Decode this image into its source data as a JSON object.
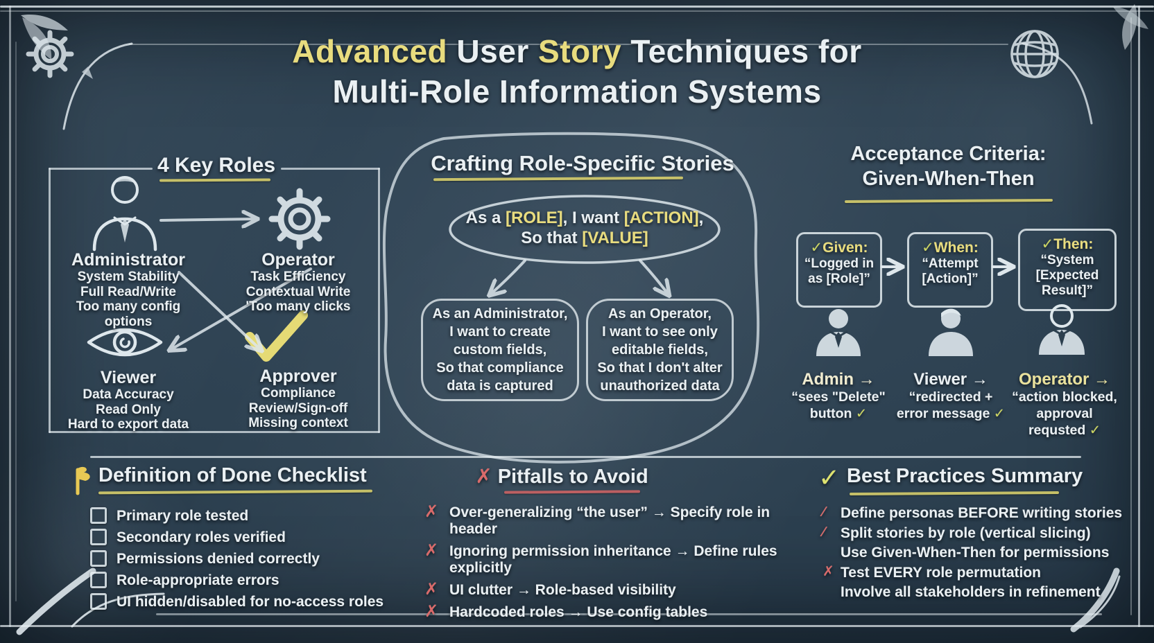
{
  "colors": {
    "board": "#2c3f4e",
    "chalk": "#eaf0f3",
    "yellow": "#e8dc7e",
    "red": "#d96a6a",
    "check_green": "#ccd660"
  },
  "icons": {
    "arrow_right": "→",
    "check": "✓",
    "cross": "✗",
    "slash": "∕"
  },
  "title": {
    "l1a": "Advanced",
    "l1b": " User ",
    "l1c": "Story",
    "l1d": " Techniques for",
    "line2": "Multi-Role Information Systems"
  },
  "left_panel": {
    "heading": "4 Key Roles",
    "roles": [
      {
        "name": "Administrator",
        "lines": [
          "System Stability",
          "Full Read/Write",
          "Too many config options"
        ]
      },
      {
        "name": "Operator",
        "lines": [
          "Task Efficiency",
          "Contextual Write",
          "'Too many clicks"
        ]
      },
      {
        "name": "Viewer",
        "lines": [
          "Data Accuracy",
          "Read Only",
          "Hard to export data"
        ]
      },
      {
        "name": "Approver",
        "lines": [
          "Compliance",
          "Review/Sign-off",
          "Missing context"
        ]
      }
    ]
  },
  "center": {
    "heading": "Crafting Role-Specific Stories",
    "template": {
      "a": "As a ",
      "b": "[ROLE]",
      "c": ", I want ",
      "d": "[ACTION]",
      "e": ",",
      "f": "So that ",
      "g": "[VALUE]"
    },
    "examples": [
      {
        "lines": [
          "As an Administrator,",
          "I want to create",
          "custom fields,",
          "So that compliance",
          "data is captured"
        ]
      },
      {
        "lines": [
          "As an Operator,",
          "I want to see only",
          "editable fields,",
          "So that I don't alter",
          "unauthorized data"
        ]
      }
    ]
  },
  "acceptance": {
    "heading1": "Acceptance Criteria:",
    "heading2": "Given-When-Then",
    "steps": [
      {
        "label": "Given:",
        "l1": "“Logged in",
        "l2": "as [Role]”",
        "l3": ""
      },
      {
        "label": "When:",
        "l1": "“Attempt",
        "l2": "[Action]”",
        "l3": ""
      },
      {
        "label": "Then:",
        "l1": "“System",
        "l2": "[Expected",
        "l3": "Result]”"
      }
    ],
    "outcomes": [
      {
        "name": "Admin",
        "l1": "“sees \"Delete\"",
        "l2": "button"
      },
      {
        "name": "Viewer",
        "l1": "“redirected +",
        "l2": "error message"
      },
      {
        "name": "Operator",
        "l1": "“action blocked,",
        "l2": "approval",
        "l3": "requsted"
      }
    ]
  },
  "done": {
    "heading": "Definition of Done Checklist",
    "items": [
      "Primary role tested",
      "Secondary roles verified",
      "Permissions denied correctly",
      "Role-appropriate errors",
      "UI hidden/disabled for no-access roles"
    ]
  },
  "pitfalls": {
    "heading": "Pitfalls to Avoid",
    "items": [
      {
        "l1": "Over-generalizing “the user” → Specify role in header",
        "l2": ""
      },
      {
        "l1": "Ignoring permission inheritance → Define rules",
        "l2": "explicitly"
      },
      {
        "l1": "UI clutter → Role-based visibility",
        "l2": ""
      },
      {
        "l1": "Hardcoded roles → Use config tables",
        "l2": ""
      }
    ]
  },
  "best": {
    "heading": "Best Practices Summary",
    "items": [
      {
        "text": "Define personas BEFORE writing stories"
      },
      {
        "text": "Split stories by role (vertical slicing)"
      },
      {
        "text": "Use Given-When-Then for permissions"
      },
      {
        "text": "Test EVERY role permutation"
      },
      {
        "text": "Involve all stakeholders in refinement"
      }
    ]
  }
}
